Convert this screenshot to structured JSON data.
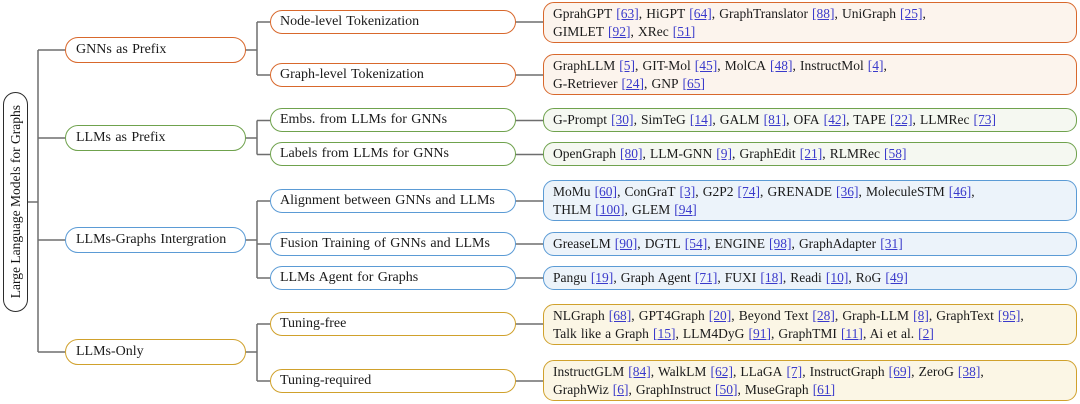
{
  "figure": {
    "root_label": "Large Language Models for Graphs",
    "groups": [
      {
        "label": "GNNs as Prefix",
        "color": "orange",
        "children": [
          {
            "label": "Node-level Tokenization",
            "entries": [
              {
                "t": "GprahGPT",
                "r": "63"
              },
              {
                "t": "HiGPT",
                "r": "64"
              },
              {
                "t": "GraphTranslator",
                "r": "88"
              },
              {
                "t": "UniGraph",
                "r": "25",
                "br": true
              },
              {
                "t": "GIMLET",
                "r": "92"
              },
              {
                "t": "XRec",
                "r": "51"
              }
            ]
          },
          {
            "label": "Graph-level Tokenization",
            "entries": [
              {
                "t": "GraphLLM",
                "r": "5"
              },
              {
                "t": "GIT-Mol",
                "r": "45"
              },
              {
                "t": "MolCA",
                "r": "48"
              },
              {
                "t": "InstructMol",
                "r": "4",
                "br": true
              },
              {
                "t": "G-Retriever",
                "r": "24"
              },
              {
                "t": "GNP",
                "r": "65"
              }
            ]
          }
        ]
      },
      {
        "label": "LLMs as Prefix",
        "color": "green",
        "children": [
          {
            "label": "Embs. from LLMs for GNNs",
            "entries": [
              {
                "t": "G-Prompt",
                "r": "30"
              },
              {
                "t": "SimTeG",
                "r": "14"
              },
              {
                "t": "GALM",
                "r": "81"
              },
              {
                "t": "OFA",
                "r": "42"
              },
              {
                "t": "TAPE",
                "r": "22"
              },
              {
                "t": "LLMRec",
                "r": "73"
              }
            ]
          },
          {
            "label": "Labels from LLMs for GNNs",
            "entries": [
              {
                "t": "OpenGraph",
                "r": "80"
              },
              {
                "t": "LLM-GNN",
                "r": "9"
              },
              {
                "t": "GraphEdit",
                "r": "21"
              },
              {
                "t": "RLMRec",
                "r": "58"
              }
            ]
          }
        ]
      },
      {
        "label": "LLMs-Graphs Intergration",
        "color": "blue",
        "children": [
          {
            "label": "Alignment between GNNs and LLMs",
            "entries": [
              {
                "t": "MoMu",
                "r": "60"
              },
              {
                "t": "ConGraT",
                "r": "3"
              },
              {
                "t": "G2P2",
                "r": "74"
              },
              {
                "t": "GRENADE",
                "r": "36"
              },
              {
                "t": "MoleculeSTM",
                "r": "46",
                "br": true
              },
              {
                "t": "THLM",
                "r": "100"
              },
              {
                "t": "GLEM",
                "r": "94"
              }
            ]
          },
          {
            "label": "Fusion Training of GNNs and LLMs",
            "entries": [
              {
                "t": "GreaseLM",
                "r": "90"
              },
              {
                "t": "DGTL",
                "r": "54"
              },
              {
                "t": "ENGINE",
                "r": "98"
              },
              {
                "t": "GraphAdapter",
                "r": "31"
              }
            ]
          },
          {
            "label": "LLMs Agent for Graphs",
            "entries": [
              {
                "t": "Pangu",
                "r": "19"
              },
              {
                "t": "Graph Agent",
                "r": "71"
              },
              {
                "t": "FUXI",
                "r": "18"
              },
              {
                "t": "Readi",
                "r": "10"
              },
              {
                "t": "RoG",
                "r": "49"
              }
            ]
          }
        ]
      },
      {
        "label": "LLMs-Only",
        "color": "gold",
        "children": [
          {
            "label": "Tuning-free",
            "entries": [
              {
                "t": "NLGraph",
                "r": "68"
              },
              {
                "t": "GPT4Graph",
                "r": "20"
              },
              {
                "t": "Beyond Text",
                "r": "28"
              },
              {
                "t": "Graph-LLM",
                "r": "8"
              },
              {
                "t": "GraphText",
                "r": "95",
                "br": true
              },
              {
                "t": "Talk like a Graph",
                "r": "15"
              },
              {
                "t": "LLM4DyG",
                "r": "91"
              },
              {
                "t": "GraphTMI",
                "r": "11"
              },
              {
                "t": "Ai et al.",
                "r": "2"
              }
            ]
          },
          {
            "label": "Tuning-required",
            "entries": [
              {
                "t": "InstructGLM",
                "r": "84"
              },
              {
                "t": "WalkLM",
                "r": "62"
              },
              {
                "t": "LLaGA",
                "r": "7"
              },
              {
                "t": "InstructGraph",
                "r": "69"
              },
              {
                "t": "ZeroG",
                "r": "38",
                "br": true
              },
              {
                "t": "GraphWiz",
                "r": "6"
              },
              {
                "t": "GraphInstruct",
                "r": "50"
              },
              {
                "t": "MuseGraph",
                "r": "61"
              }
            ]
          }
        ]
      }
    ]
  },
  "colors": {
    "c-orange": "#D8682C",
    "c-green": "#6FA24D",
    "c-blue": "#5B9BD5",
    "c-gold": "#D0A12C",
    "f-orange": "#FCF4ED",
    "f-green": "#F5F8F1",
    "f-blue": "#ECF3FA",
    "f-gold": "#FBF6E5",
    "line": "#6E6E6E",
    "cite": "#3A3ACB",
    "ink": "#2B2B2B"
  }
}
